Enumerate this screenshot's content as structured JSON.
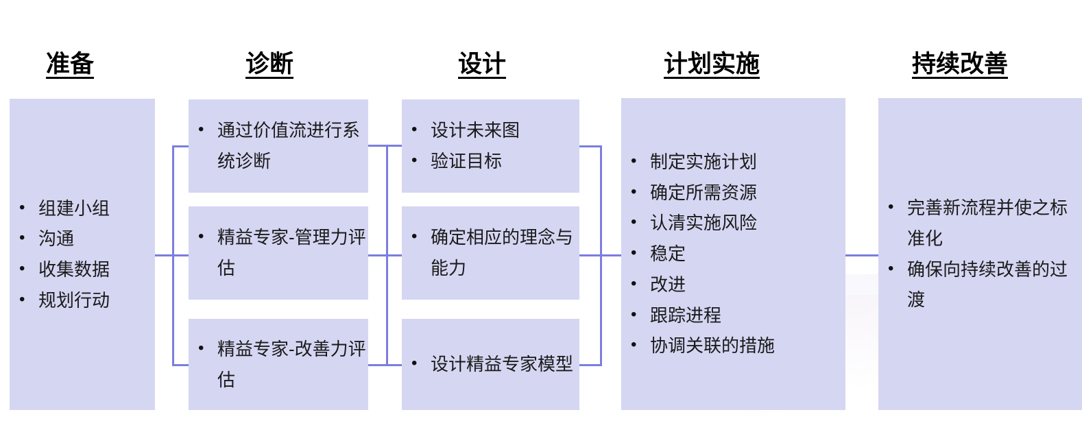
{
  "diagram": {
    "title_visible": false,
    "accent_color": "#7B7EDE",
    "box_fill": "#D5D6F2",
    "text_color": "#1a1a1a",
    "columns": [
      {
        "id": "prepare",
        "heading": "准备",
        "boxes": [
          {
            "items": [
              "组建小组",
              "沟通",
              "收集数据",
              "规划行动"
            ]
          }
        ]
      },
      {
        "id": "diagnose",
        "heading": "诊断",
        "boxes": [
          {
            "items": [
              "通过价值流进行系统诊断"
            ]
          },
          {
            "items": [
              "精益专家-管理力评估"
            ]
          },
          {
            "items": [
              "精益专家-改善力评估"
            ]
          }
        ]
      },
      {
        "id": "design",
        "heading": "设计",
        "boxes": [
          {
            "items": [
              "设计未来图",
              "验证目标"
            ]
          },
          {
            "items": [
              "确定相应的理念与能力"
            ]
          },
          {
            "items": [
              "设计精益专家模型"
            ]
          }
        ]
      },
      {
        "id": "plan-implement",
        "heading": "计划实施",
        "boxes": [
          {
            "items": [
              "制定实施计划",
              "确定所需资源",
              "认清实施风险",
              "稳定",
              "改进",
              "跟踪进程",
              "协调关联的措施"
            ]
          }
        ]
      },
      {
        "id": "continuous-improvement",
        "heading": "持续改善",
        "boxes": [
          {
            "items": [
              "完善新流程并使之标准化",
              "确保向持续改善的过渡"
            ]
          }
        ]
      }
    ]
  }
}
